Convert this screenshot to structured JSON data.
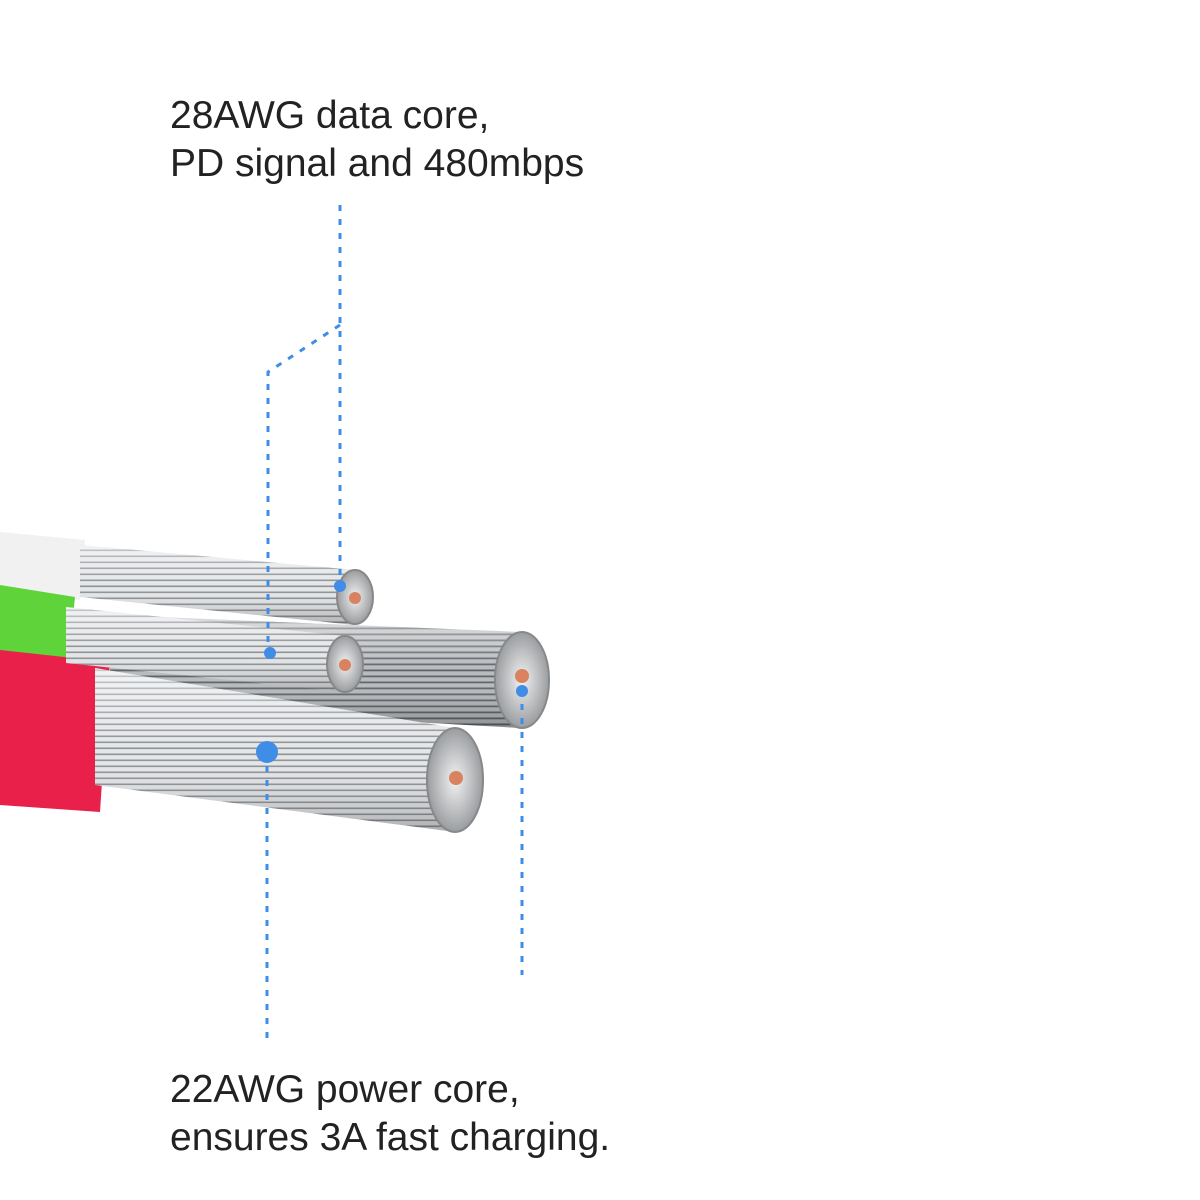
{
  "top_callout": {
    "line1": "28AWG data core,",
    "line2": "PD signal and 480mbps"
  },
  "bottom_callout": {
    "line1": "22AWG power core,",
    "line2": "ensures 3A fast charging."
  },
  "colors": {
    "leader": "#3f8de6",
    "white_jacket": "#f1f1f1",
    "green_jacket": "#5ed43a",
    "red_jacket": "#e8204a",
    "copper": "#d9825f",
    "wire": "#c8cacc"
  }
}
